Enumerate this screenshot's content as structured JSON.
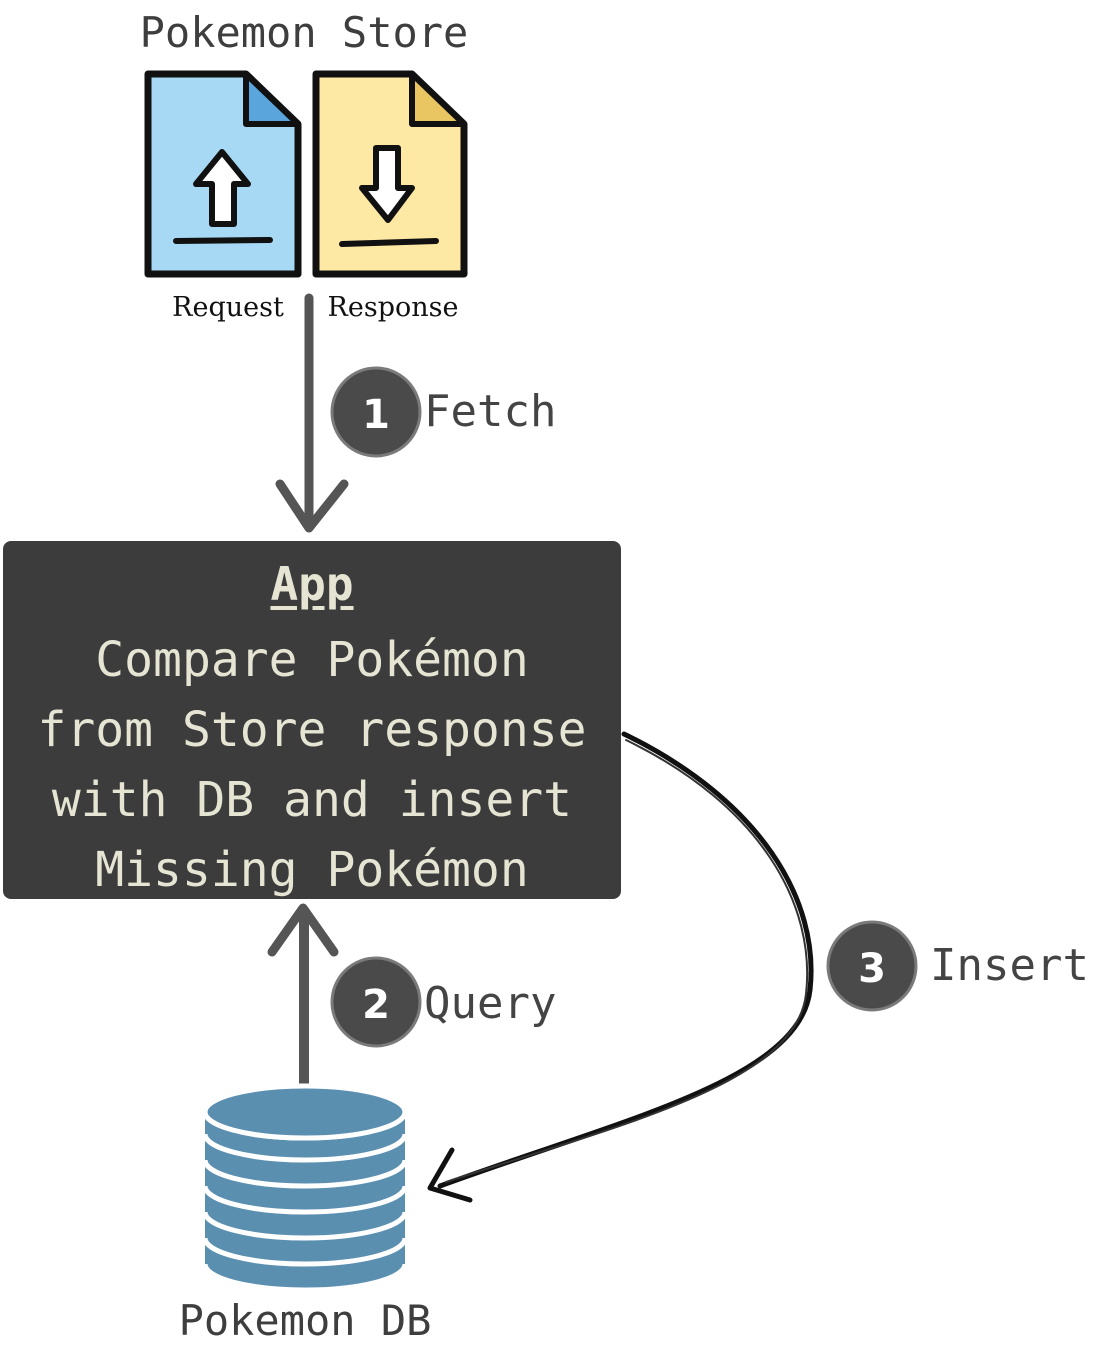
{
  "store": {
    "title": "Pokemon Store",
    "request_label": "Request",
    "response_label": "Response",
    "request_icon": "upload-arrow-icon",
    "response_icon": "download-arrow-icon"
  },
  "steps": [
    {
      "number": "1",
      "label": "Fetch"
    },
    {
      "number": "2",
      "label": "Query"
    },
    {
      "number": "3",
      "label": "Insert"
    }
  ],
  "app": {
    "title": "App",
    "body": "Compare Pokémon\nfrom Store response\nwith DB and insert\nMissing Pokémon"
  },
  "db": {
    "title": "Pokemon DB",
    "icon": "database-icon"
  },
  "colors": {
    "request_doc": "#a7d9f4",
    "response_doc": "#fde9a3",
    "app_box": "#3c3c3c",
    "app_text": "#e6e4d3",
    "badge": "#4a4a4a",
    "database": "#5b8fb0",
    "connector": "#555555"
  }
}
